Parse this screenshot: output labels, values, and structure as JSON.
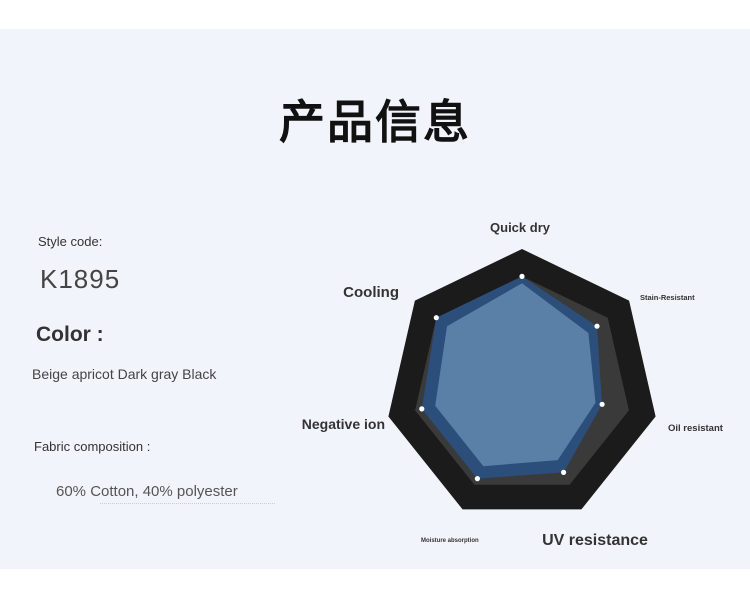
{
  "title": "产品信息",
  "style": {
    "label": "Style code:",
    "code": "K1895"
  },
  "color": {
    "label": "Color :",
    "value": "Beige apricot Dark gray Black"
  },
  "fabric": {
    "label": "Fabric composition :",
    "value": "60% Cotton, 40% polyester"
  },
  "chart_data": {
    "type": "radar",
    "axes": [
      "Quick dry",
      "Stain-Resistant",
      "Oil resistant",
      "UV resistance",
      "Moisture absorption",
      "Negative ion",
      "Cooling"
    ],
    "series": [
      {
        "values": [
          0.8,
          0.7,
          0.6,
          0.7,
          0.75,
          0.75,
          0.8
        ],
        "color": "#2b4e7a"
      },
      {
        "values": [
          0.75,
          0.62,
          0.55,
          0.6,
          0.65,
          0.65,
          0.7
        ],
        "color": "#5a80a8"
      }
    ],
    "range": [
      0,
      1
    ]
  },
  "colors": {
    "frame": "#1b1b1b",
    "ring": "#3a3a3a",
    "panel": "#f1f4fb"
  }
}
